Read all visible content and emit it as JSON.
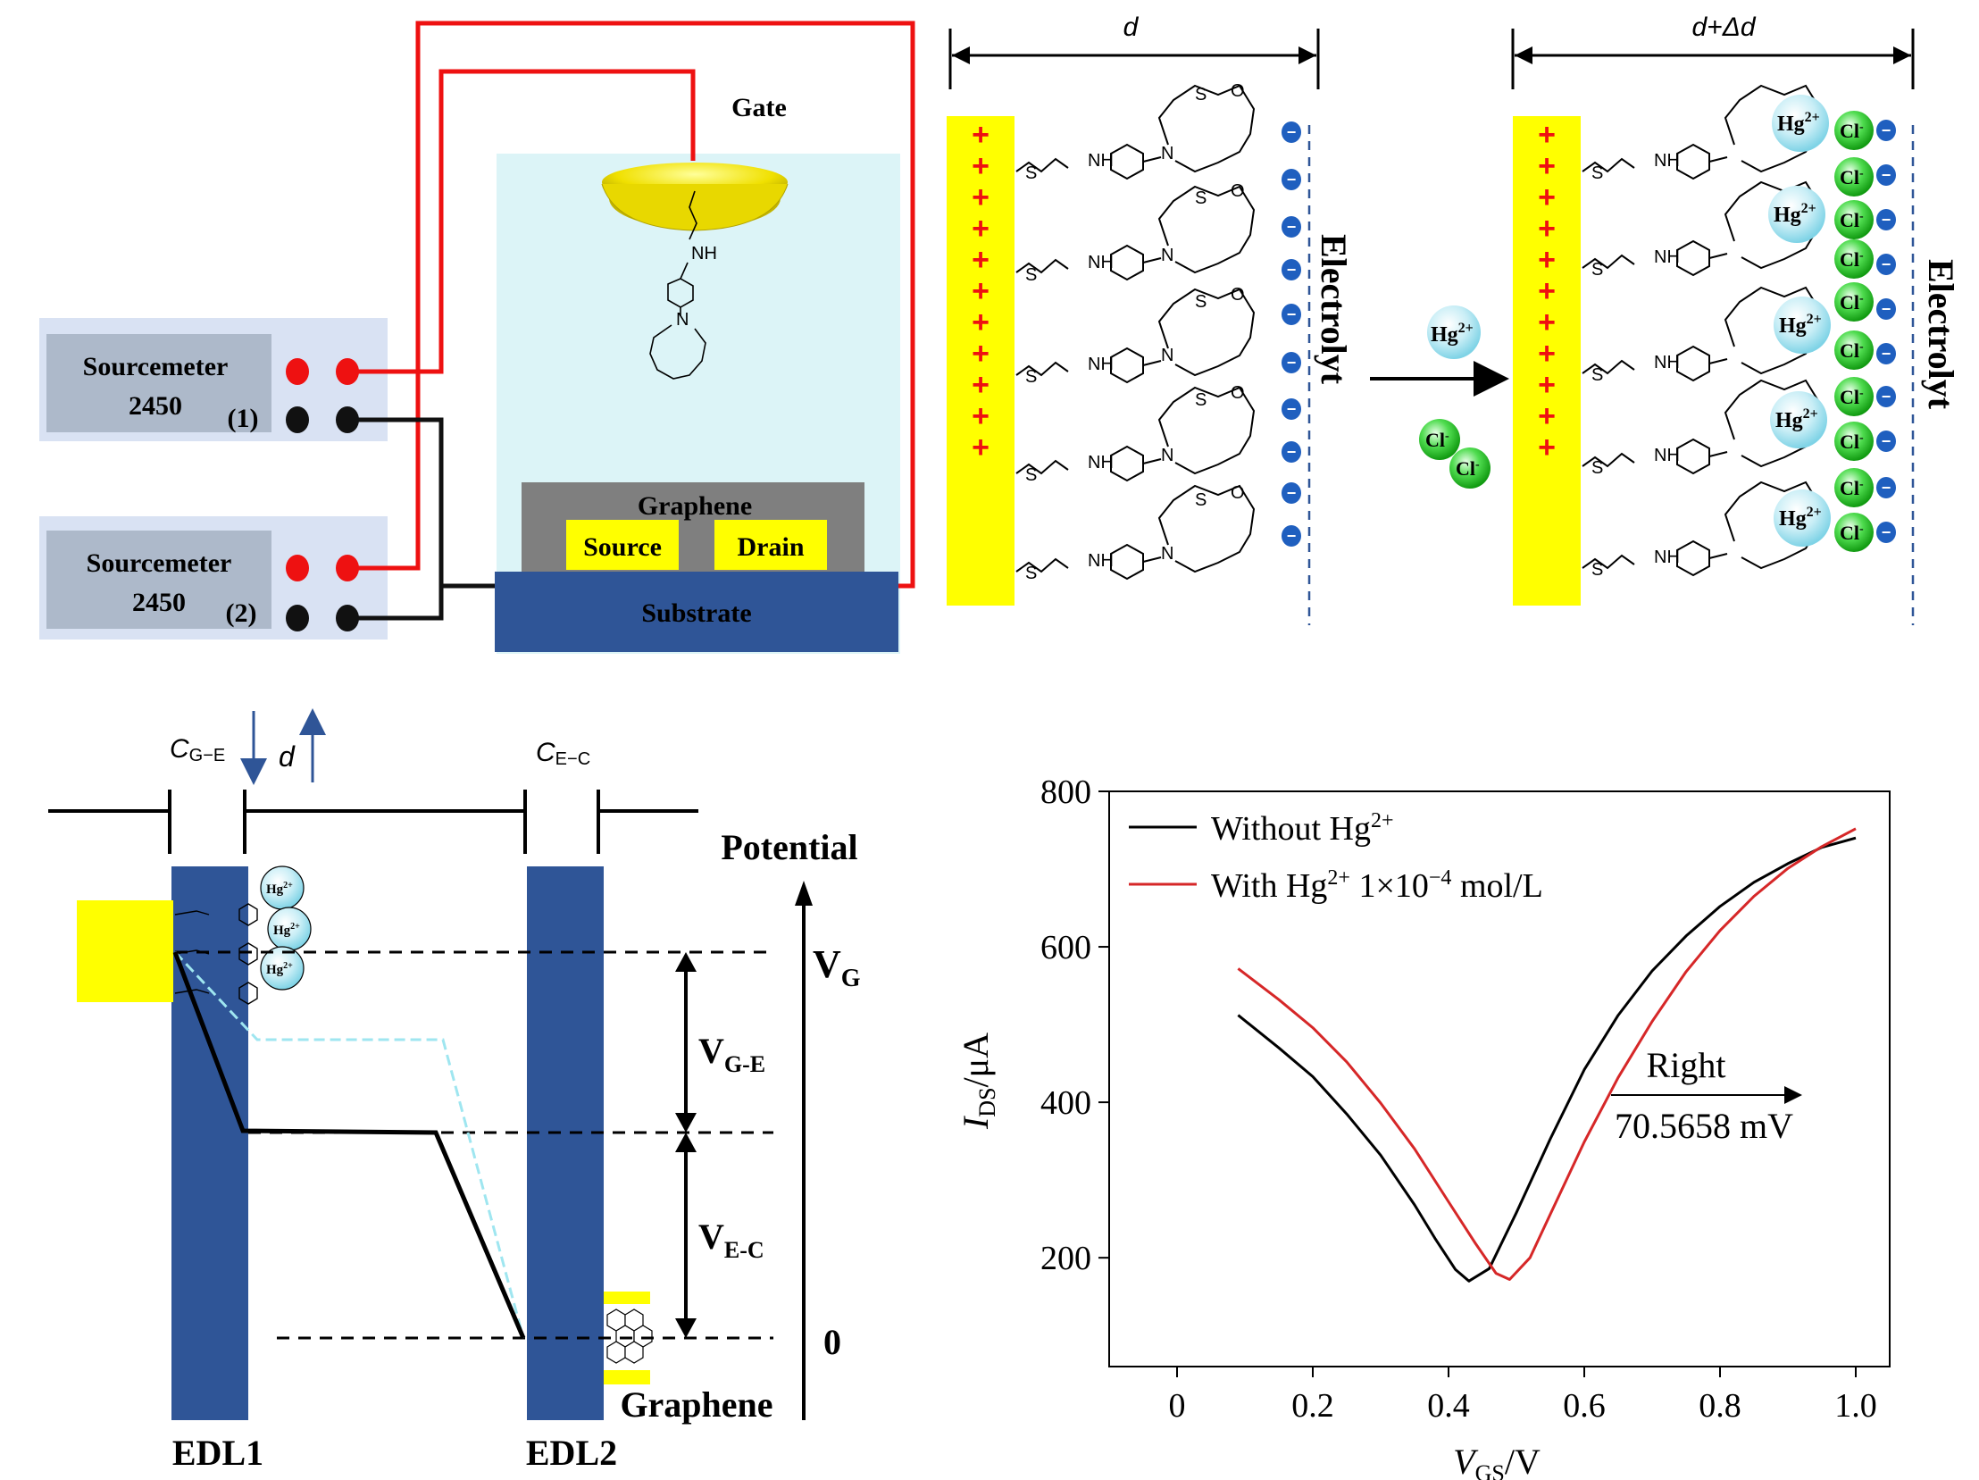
{
  "setup": {
    "sourcemeter_1": {
      "name": "Sourcemeter",
      "model": "2450",
      "index": "(1)"
    },
    "sourcemeter_2": {
      "name": "Sourcemeter",
      "model": "2450",
      "index": "(2)"
    },
    "gate_label": "Gate",
    "graphene_label": "Graphene",
    "source_label": "Source",
    "drain_label": "Drain",
    "substrate_label": "Substrate"
  },
  "edl_schematic": {
    "left_width_label": "d",
    "right_width_label": "d+Δd",
    "electrolyte_label": "Electrolyt",
    "hg_ion": "Hg",
    "hg_charge": "2+",
    "cl_ion": "Cl",
    "cl_charge": "-",
    "plus_sign": "+",
    "minus_sign": "−",
    "chem_s": "S",
    "chem_o": "O",
    "chem_n": "N",
    "chem_nh": "NH"
  },
  "potential_diagram": {
    "c_ge_label": "C",
    "c_ge_sub": "G−E",
    "c_ec_label": "C",
    "c_ec_sub": "E−C",
    "d_label": "d",
    "potential_label": "Potential",
    "vg_label": "V",
    "vg_sub": "G",
    "vge_label": "V",
    "vge_sub": "G-E",
    "vec_label": "V",
    "vec_sub": "E-C",
    "zero_label": "0",
    "graphene_label": "Graphene",
    "edl1_label": "EDL1",
    "edl2_label": "EDL2"
  },
  "chart_data": {
    "type": "line",
    "xlabel_italic": "V",
    "xlabel_sub": "GS",
    "xlabel_unit": "/V",
    "ylabel_italic": "I",
    "ylabel_sub": "DS",
    "ylabel_unit": "/μA",
    "xlim": [
      -0.1,
      1.05
    ],
    "ylim": [
      60,
      800
    ],
    "xticks": [
      0,
      0.2,
      0.4,
      0.6,
      0.8,
      1.0
    ],
    "xtick_labels": [
      "0",
      "0.2",
      "0.4",
      "0.6",
      "0.8",
      "1.0"
    ],
    "yticks": [
      200,
      400,
      600,
      800
    ],
    "ytick_labels": [
      "200",
      "400",
      "600",
      "800"
    ],
    "legend_position": "top-left",
    "series": [
      {
        "name": "Without Hg2+",
        "legend_text": "Without Hg",
        "legend_sup": "2+",
        "color": "#000000",
        "x": [
          0.09,
          0.15,
          0.2,
          0.25,
          0.3,
          0.35,
          0.38,
          0.41,
          0.43,
          0.46,
          0.5,
          0.55,
          0.6,
          0.65,
          0.7,
          0.75,
          0.8,
          0.85,
          0.9,
          0.95,
          1.0
        ],
        "y": [
          512,
          470,
          433,
          385,
          332,
          268,
          225,
          185,
          170,
          186,
          258,
          353,
          442,
          512,
          569,
          614,
          652,
          683,
          707,
          728,
          740
        ]
      },
      {
        "name": "With Hg2+ 1×10−4 mol/L",
        "legend_text": "With Hg",
        "legend_sup": "2+",
        "legend_rest": " 1×10",
        "legend_exp": "−4",
        "legend_unit": " mol/L",
        "color": "#d62728",
        "x": [
          0.09,
          0.15,
          0.2,
          0.25,
          0.3,
          0.35,
          0.4,
          0.44,
          0.47,
          0.49,
          0.52,
          0.55,
          0.6,
          0.65,
          0.7,
          0.75,
          0.8,
          0.85,
          0.9,
          0.95,
          1.0
        ],
        "y": [
          572,
          532,
          496,
          452,
          399,
          340,
          272,
          218,
          180,
          172,
          200,
          256,
          349,
          432,
          504,
          568,
          621,
          665,
          701,
          729,
          752
        ]
      }
    ],
    "annotation": {
      "text": "Right",
      "value": "70.5658 mV"
    }
  }
}
